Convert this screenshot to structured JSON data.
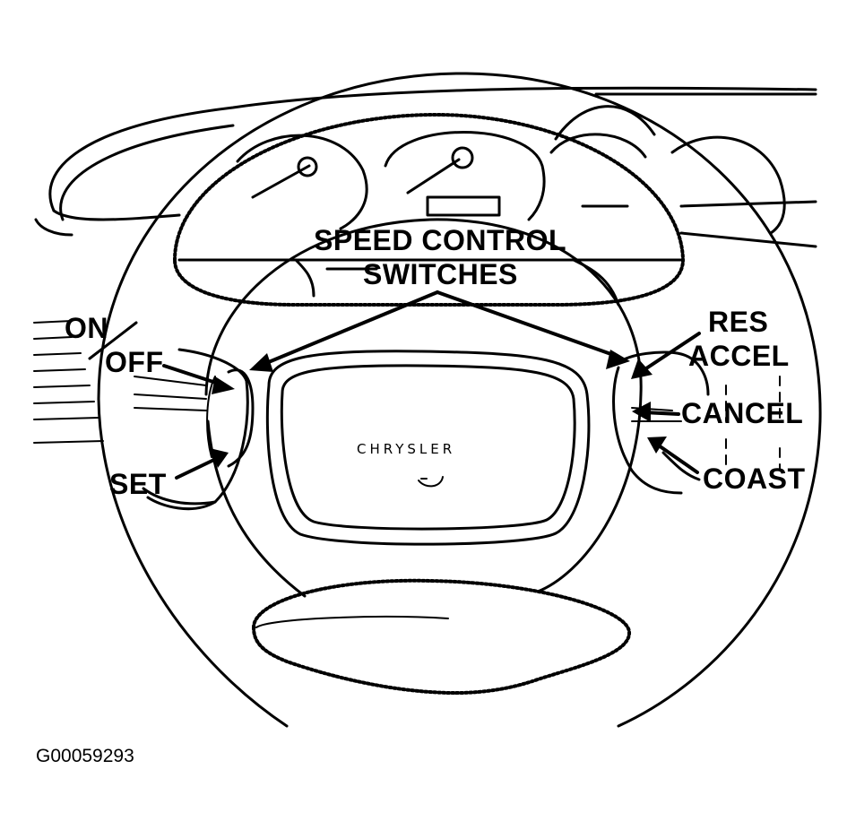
{
  "title_line1": "SPEED CONTROL",
  "title_line2": "SWITCHES",
  "left_labels": {
    "on": "ON",
    "off": "OFF",
    "set": "SET"
  },
  "right_labels": {
    "res": "RES",
    "accel": "ACCEL",
    "cancel": "CANCEL",
    "coast": "COAST"
  },
  "horn_logo_text": "CHRYSLER",
  "figure_id": "G00059293"
}
